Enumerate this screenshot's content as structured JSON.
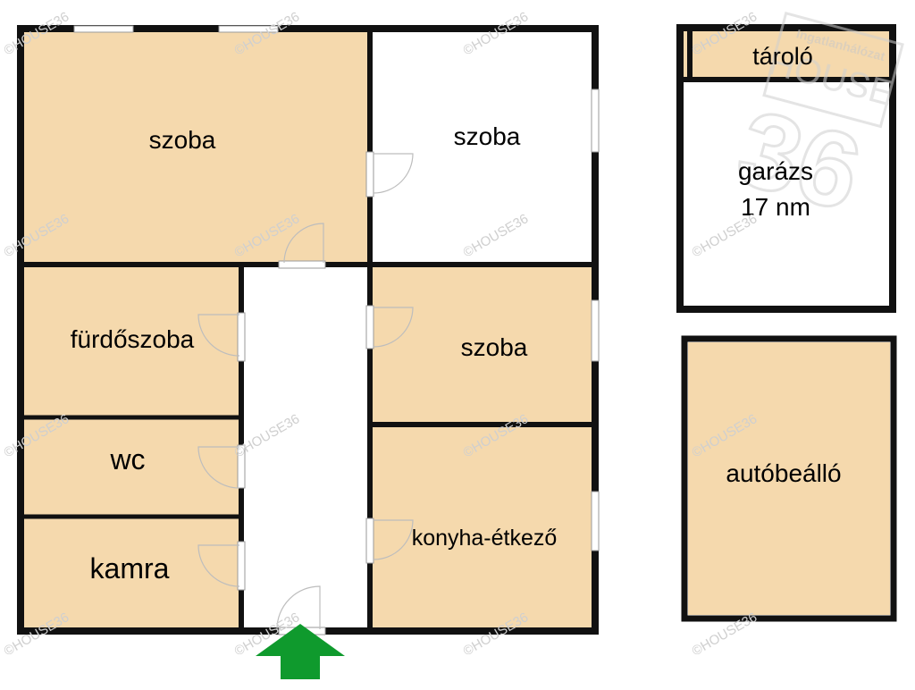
{
  "colors": {
    "room_fill": "#f5d9ad",
    "empty_fill": "#ffffff",
    "wall": "#111111",
    "window": "#ffffff",
    "arrow": "#0f9a2d",
    "watermark": "#cfcfcf",
    "logo": "#d6d6d6"
  },
  "rooms": {
    "szoba_1": "szoba",
    "szoba_2": "szoba",
    "szoba_3": "szoba",
    "furdoszoba": "fürdőszoba",
    "wc": "wc",
    "kamra": "kamra",
    "konyha": "konyha-étkező",
    "tarolo": "tároló",
    "garazs_line1": "garázs",
    "garazs_line2": "17 nm",
    "autobeallo": "autóbeálló"
  },
  "watermark": {
    "text": "©HOUSE36"
  },
  "logo": {
    "tagline": "Ingatlanhálózat",
    "brand": "HOUSE",
    "number": "36"
  },
  "entrance": {
    "icon": "entrance-arrow-icon"
  }
}
